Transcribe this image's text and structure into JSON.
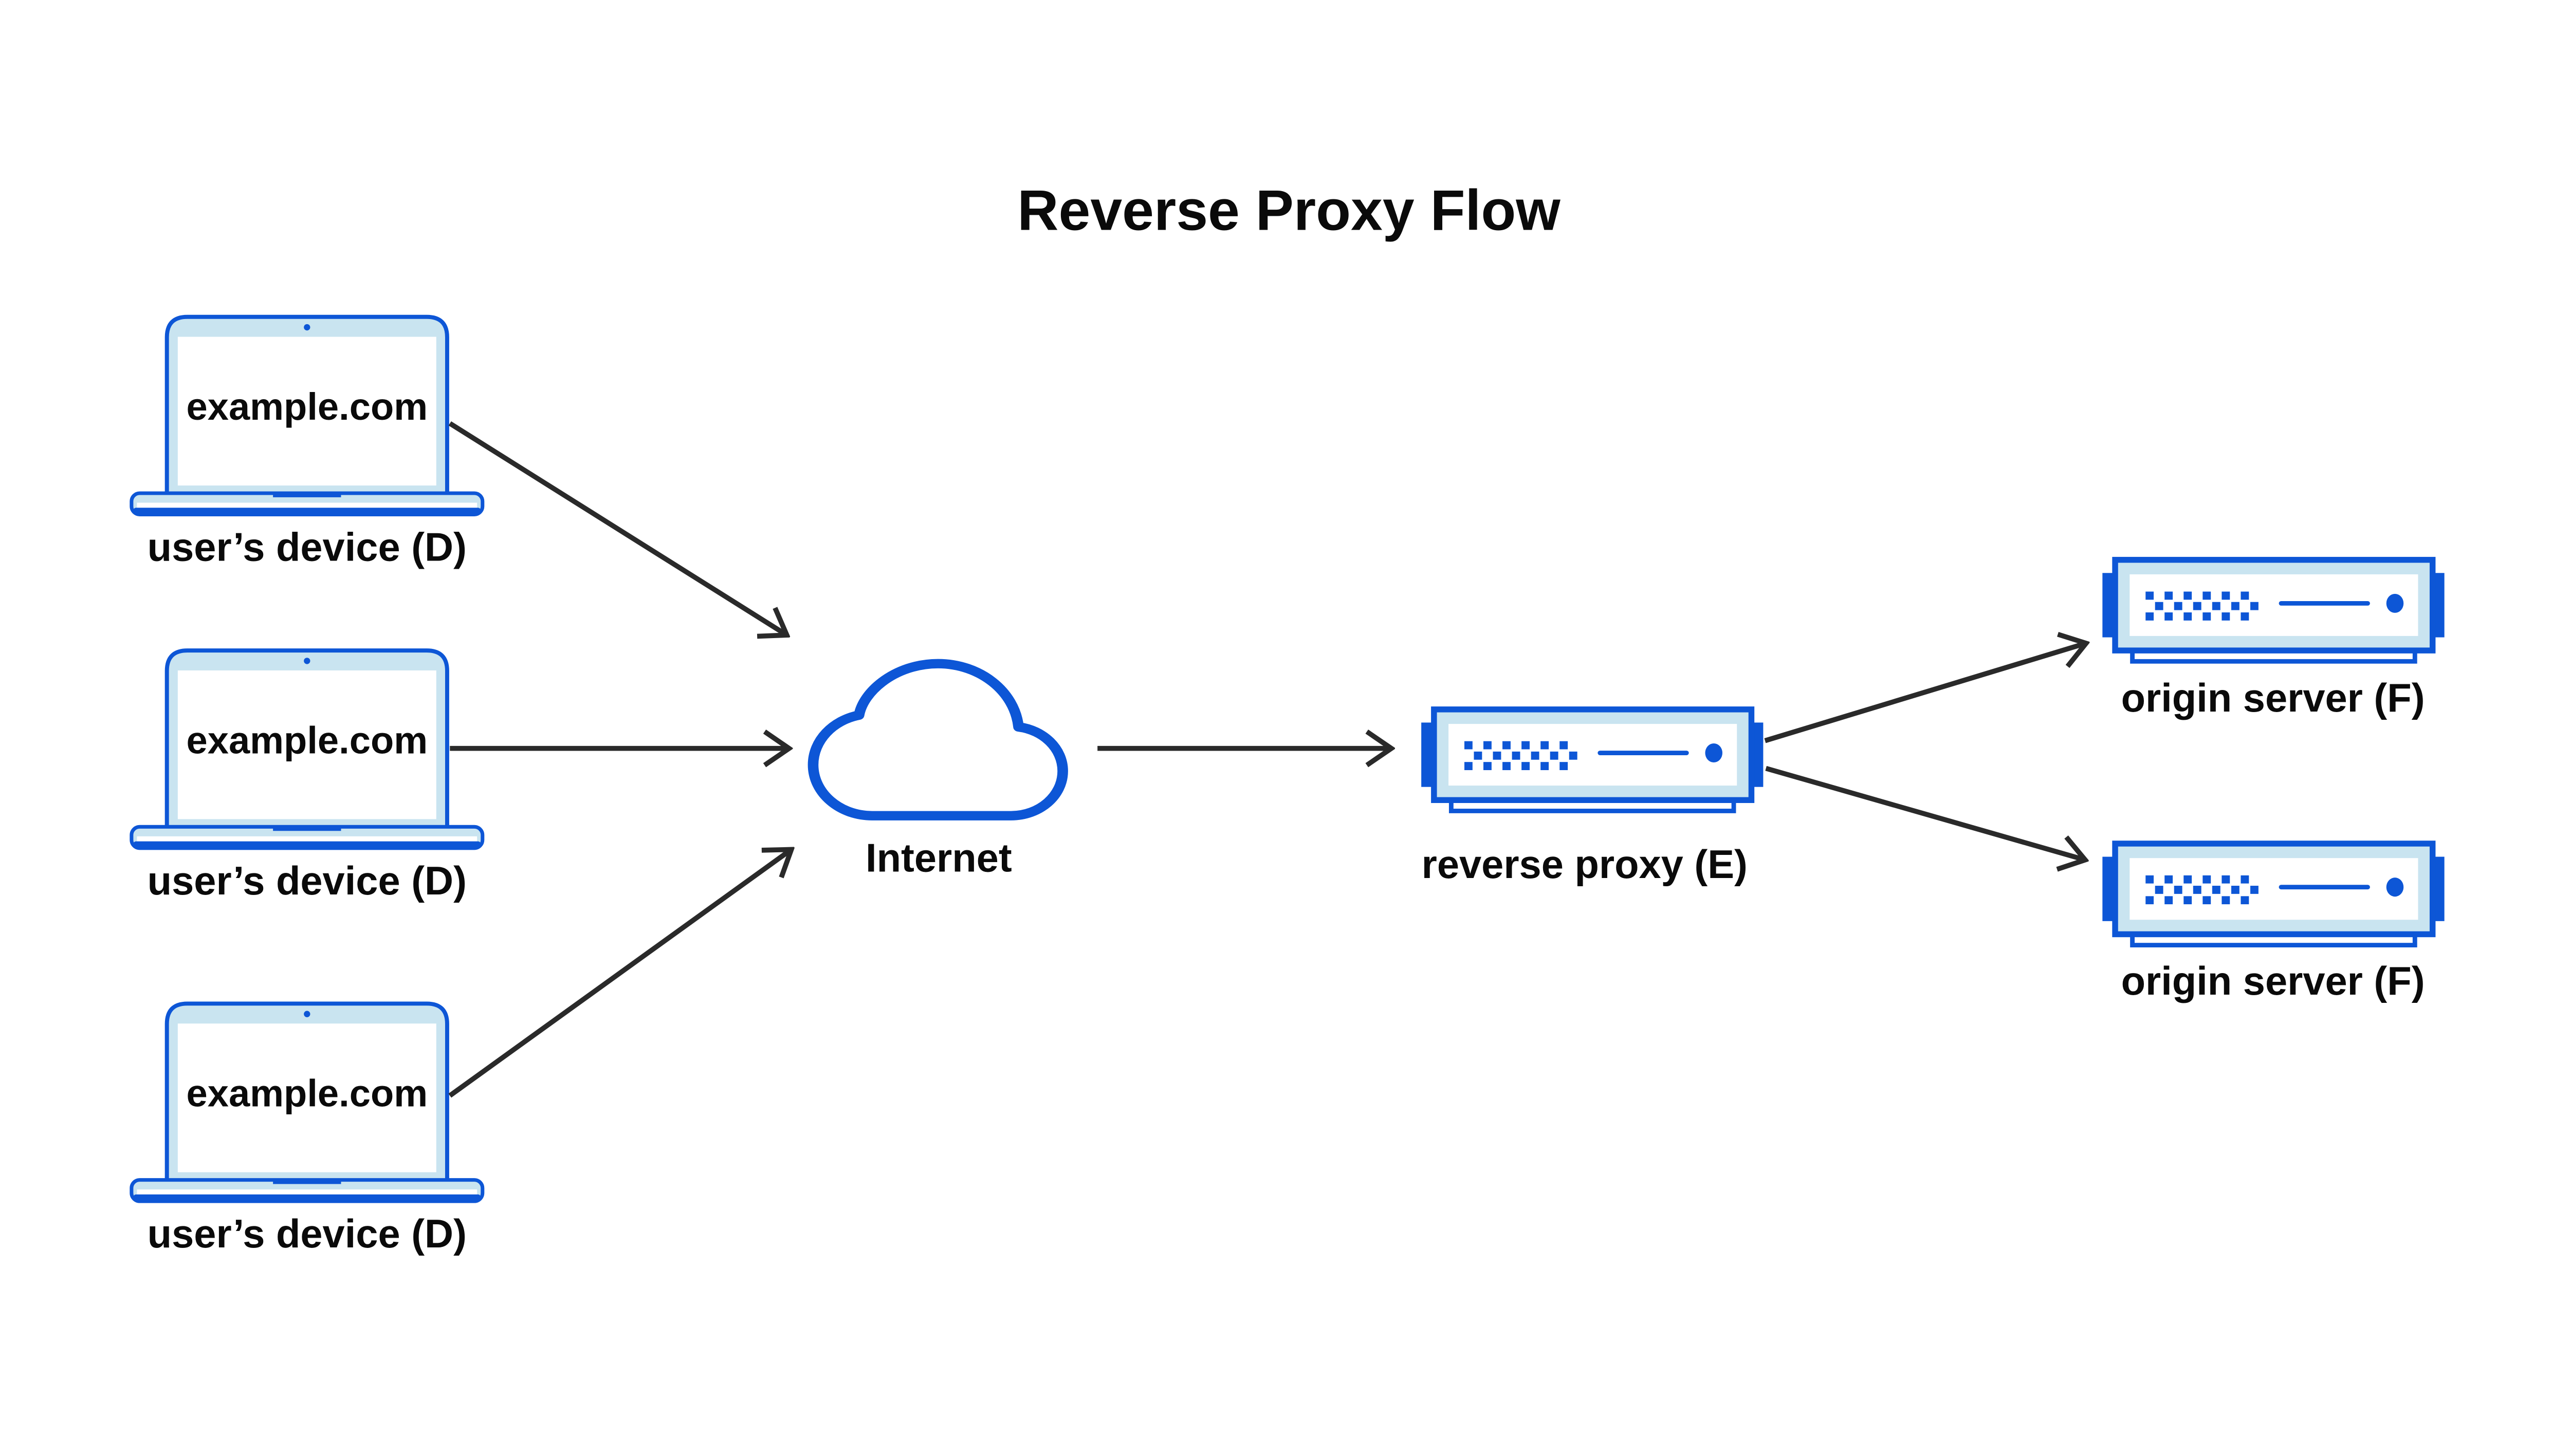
{
  "title": "Reverse Proxy Flow",
  "colors": {
    "accent": "#0d56d6",
    "light_blue": "#c9e4f0",
    "arrow": "#2a2a2a",
    "text": "#0a0a0a",
    "background": "#ffffff"
  },
  "devices": [
    {
      "screen_text": "example.com",
      "label": "user’s device (D)"
    },
    {
      "screen_text": "example.com",
      "label": "user’s device (D)"
    },
    {
      "screen_text": "example.com",
      "label": "user’s device (D)"
    }
  ],
  "internet": {
    "label": "Internet"
  },
  "reverse_proxy": {
    "label": "reverse proxy (E)"
  },
  "origin_servers": [
    {
      "label": "origin server (F)"
    },
    {
      "label": "origin server (F)"
    }
  ],
  "icons": {
    "device": "laptop-icon",
    "internet": "cloud-icon",
    "proxy": "server-icon",
    "origin": "server-icon"
  }
}
